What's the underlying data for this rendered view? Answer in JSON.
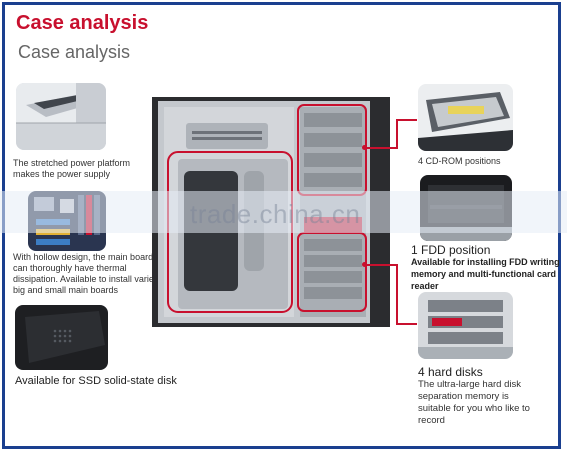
{
  "header": {
    "title_primary": "Case analysis",
    "title_secondary": "Case analysis"
  },
  "left": {
    "caption_power": "The stretched power platform makes the power supply",
    "caption_board": "With hollow design, the main board can thoroughly have thermal dissipation. Available to install variety big and small main boards",
    "caption_ssd": "Available for SSD solid-state disk"
  },
  "right": {
    "cdrom_label": "4 CD-ROM positions",
    "fdd_title": "1 FDD position",
    "fdd_desc": "Available for installing FDD writing memory and multi-functional card reader",
    "hdd_title": "4 hard disks",
    "hdd_desc": "The ultra-large hard disk separation memory is suitable for you who like to record"
  },
  "watermark": "trade.china.cn",
  "colors": {
    "accent": "#c8102e",
    "frame": "#1a3f8f"
  }
}
